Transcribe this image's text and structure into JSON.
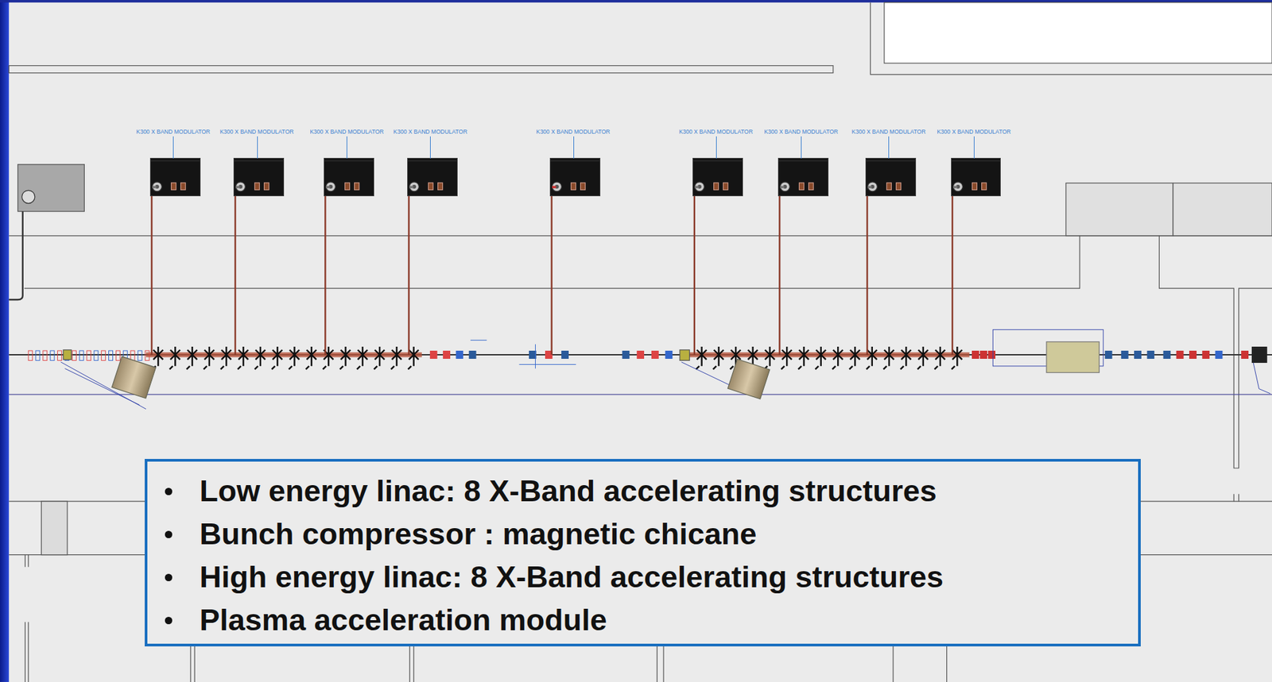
{
  "diagram": {
    "nodes": [
      {
        "text": [
          "K300 X BAND MODULATOR"
        ]
      },
      {
        "text": [
          "K300 X BAND MODULATOR"
        ]
      },
      {
        "text": [
          "K300 X BAND MODULATOR"
        ]
      },
      {
        "text": [
          "K300 X BAND MODULATOR"
        ]
      },
      {
        "text": [
          "K300 X BAND MODULATOR"
        ]
      },
      {
        "text": [
          "K300 X BAND MODULATOR"
        ]
      },
      {
        "text": [
          "K300 X BAND MODULATOR"
        ]
      },
      {
        "text": [
          "K300 X BAND MODULATOR"
        ]
      },
      {
        "text": [
          "K300 X BAND MODULATOR"
        ]
      },
      {
        "text": [
          "Low energy linac: 8 X-Band accelerating structures",
          "Bunch compressor : magnetic chicane",
          "High energy linac: 8 X-Band accelerating structures",
          "Plasma acceleration module"
        ]
      }
    ]
  }
}
